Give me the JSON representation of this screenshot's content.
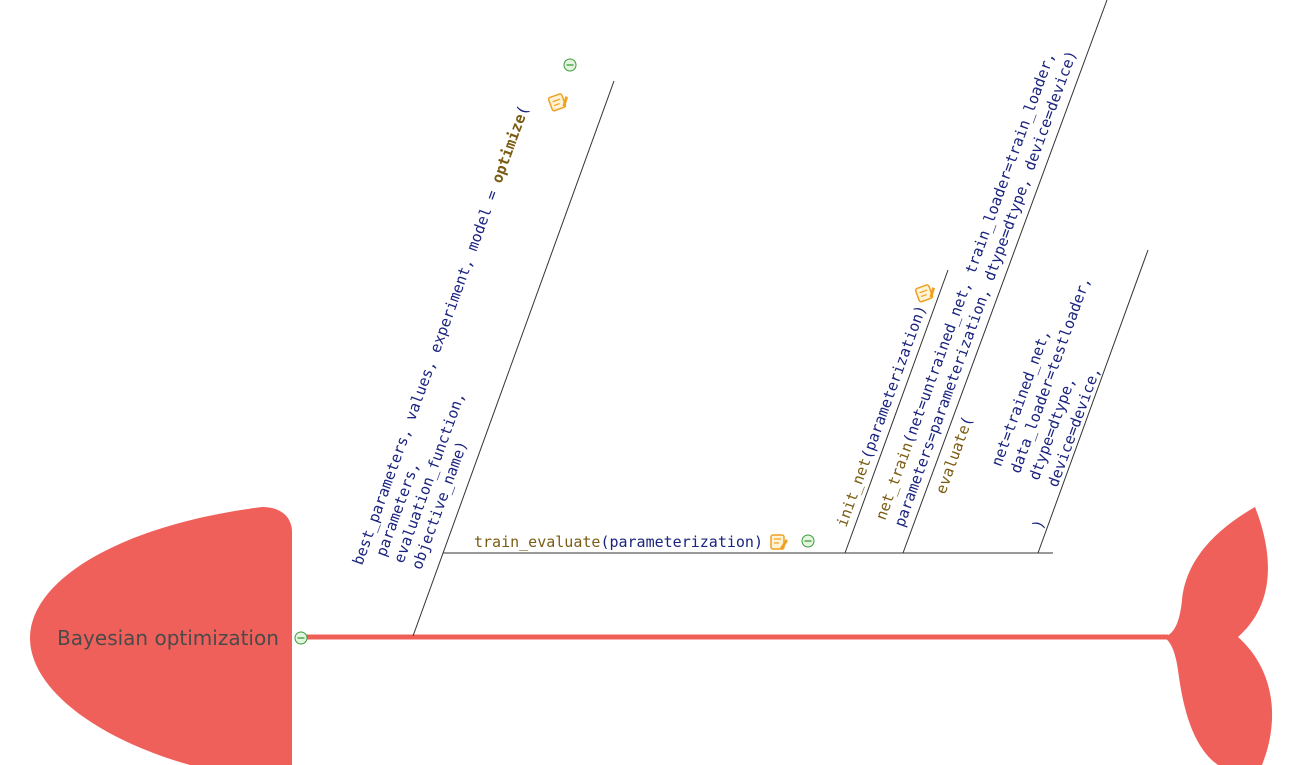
{
  "diagram": {
    "type": "fishbone",
    "head": {
      "label": "Bayesian optimization"
    },
    "colors": {
      "spine": "#ef5f57",
      "head": "#f0605a",
      "tail": "#f0605a",
      "head_text": "#4a4a4a",
      "code_param": "#1a237e",
      "code_func": "#7a5c12",
      "line": "#333333",
      "collapse_icon": "#3c9a3c",
      "note_icon": "#f0a020"
    },
    "branches": {
      "optimize": {
        "lines": [
          "best_parameters, values, experiment, model = ",
          "optimize",
          "(",
          "parameters,",
          "evaluation_function,",
          "objective_name)"
        ],
        "has_note": true,
        "collapsible": true
      },
      "train_evaluate": {
        "func": "train_evaluate",
        "open": "(",
        "param": "parameterization",
        "close": ")",
        "has_note": true,
        "collapsible": true
      },
      "init_net": {
        "func": "init_net",
        "open": "(",
        "param": "parameterization",
        "close": ")",
        "has_note": true
      },
      "net_train": {
        "func": "net_train",
        "line1_rest": "(net=untrained_net, train_loader=train_loader,",
        "line2": "parameters=parameterization, dtype=dtype, device=device)"
      },
      "evaluate": {
        "func": "evaluate",
        "open": "(",
        "args": [
          "net=trained_net,",
          "data_loader=testloader,",
          "dtype=dtype,",
          "device=device,"
        ],
        "close": ")"
      }
    }
  }
}
